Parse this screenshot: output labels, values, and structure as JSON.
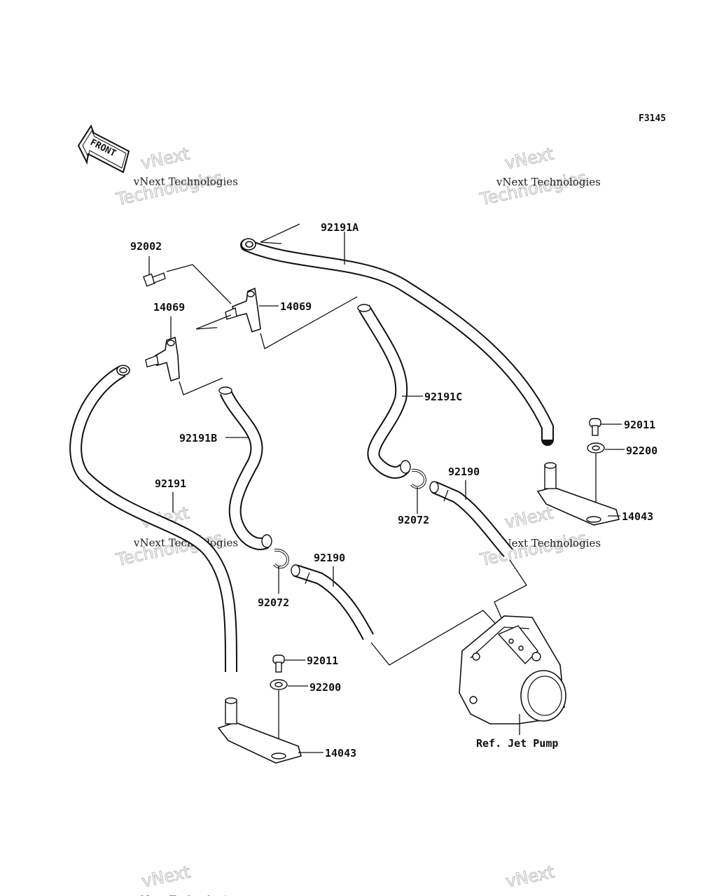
{
  "figure_code": "F3145",
  "front_label": "FRONT",
  "reference_label": "Ref. Jet Pump",
  "watermark": {
    "line1": "vNext Technologies",
    "line2": "vNext",
    "line3": "Technologies"
  },
  "parts": {
    "p92191A": "92191A",
    "p92002": "92002",
    "p14069_a": "14069",
    "p14069_b": "14069",
    "p92191C": "92191C",
    "p92191B": "92191B",
    "p92191": "92191",
    "p92011_a": "92011",
    "p92200_a": "92200",
    "p14043_a": "14043",
    "p92190_a": "92190",
    "p92072_a": "92072",
    "p92190_b": "92190",
    "p92072_b": "92072",
    "p92011_b": "92011",
    "p92200_b": "92200",
    "p14043_b": "14043"
  }
}
